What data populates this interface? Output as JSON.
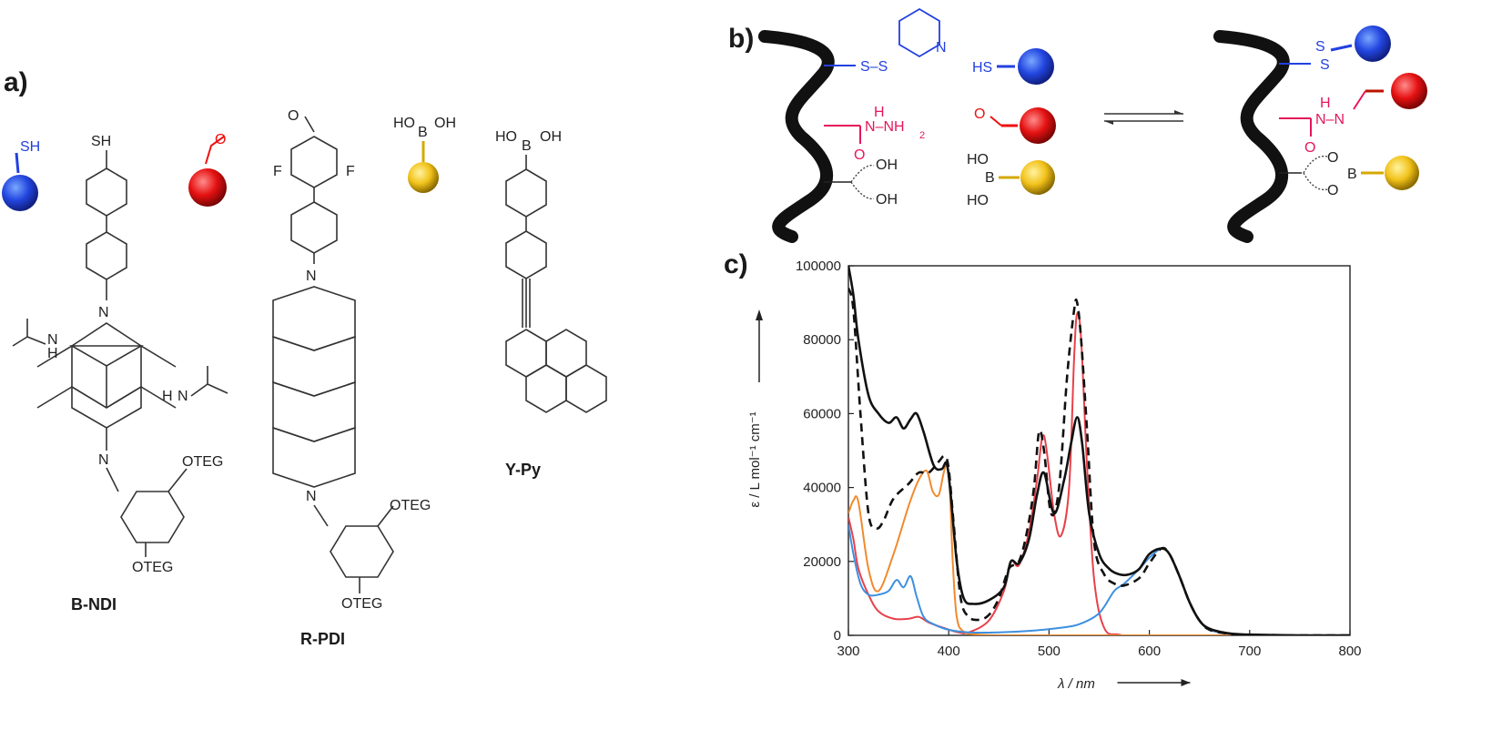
{
  "panels": {
    "a": {
      "label": "a)"
    },
    "b": {
      "label": "b)"
    },
    "c": {
      "label": "c)"
    }
  },
  "compounds": [
    {
      "name": "B-NDI",
      "anchor": "SH",
      "substituent": "OTEG",
      "amine": "N",
      "amine_h": "H"
    },
    {
      "name": "R-PDI",
      "substituent": "OTEG",
      "fluoro": "F"
    },
    {
      "name": "Y-Py",
      "boron": "B",
      "hydroxy": "HO",
      "hydroxy2": "OH"
    }
  ],
  "scheme_b": {
    "pyridyl_n": "N",
    "disulfide": "S–S",
    "hydrazide": "N–NH",
    "hydrazide_sub": "2",
    "hydrazide_h": "H",
    "carbonyl_o": "O",
    "diol_oh": "OH",
    "thiol": "HS",
    "boronic_ho": "HO",
    "boronic_b": "B",
    "product_disulfide": "S",
    "product_hydrazone": "N–N",
    "product_ester_o": "O",
    "product_ester_b": "B"
  },
  "chart_data": {
    "type": "line",
    "xlabel": "λ / nm",
    "ylabel": "ε / L mol⁻¹ cm⁻¹",
    "xlim": [
      300,
      800
    ],
    "ylim": [
      0,
      100000
    ],
    "xticks": [
      300,
      400,
      500,
      600,
      700,
      800
    ],
    "yticks": [
      0,
      20000,
      40000,
      60000,
      80000,
      100000
    ],
    "colors": {
      "black": "#111111",
      "dashed": "#111111",
      "red": "#e8414a",
      "orange": "#f08a2e",
      "blue": "#3d8fe0"
    },
    "series": [
      {
        "style": "solid",
        "color": "black",
        "x": [
          300,
          305,
          310,
          320,
          330,
          340,
          348,
          355,
          362,
          368,
          375,
          385,
          393,
          398,
          402,
          408,
          415,
          425,
          440,
          455,
          462,
          470,
          480,
          488,
          495,
          505,
          515,
          522,
          528,
          533,
          540,
          550,
          560,
          570,
          580,
          590,
          600,
          612,
          620,
          630,
          640,
          650,
          660,
          680,
          700,
          750,
          800
        ],
        "y": [
          100000,
          92000,
          80000,
          65000,
          60000,
          57500,
          59000,
          56000,
          58500,
          60000,
          55000,
          46000,
          45000,
          46500,
          38000,
          20000,
          10000,
          8500,
          9500,
          13000,
          20000,
          19500,
          26000,
          38000,
          44000,
          33000,
          42000,
          52000,
          59000,
          52000,
          33000,
          22000,
          18000,
          16500,
          16500,
          18000,
          22000,
          23500,
          22000,
          16000,
          9000,
          4000,
          1800,
          500,
          200,
          0,
          0
        ]
      },
      {
        "style": "dashed",
        "color": "dashed",
        "x": [
          300,
          305,
          312,
          320,
          328,
          335,
          345,
          360,
          370,
          380,
          390,
          396,
          400,
          405,
          412,
          420,
          430,
          440,
          450,
          460,
          470,
          478,
          485,
          490,
          495,
          502,
          510,
          518,
          525,
          528,
          532,
          538,
          545,
          555,
          565,
          575,
          590,
          600,
          612,
          620,
          630,
          640,
          650,
          660,
          680,
          700,
          800
        ],
        "y": [
          94000,
          88000,
          60000,
          33000,
          29000,
          31000,
          37000,
          41000,
          44000,
          44000,
          47000,
          48500,
          45000,
          30000,
          10000,
          5000,
          4200,
          5500,
          10000,
          18000,
          20000,
          28000,
          40000,
          55000,
          50000,
          33000,
          40000,
          70000,
          88000,
          90000,
          80000,
          55000,
          25000,
          16500,
          14000,
          13500,
          15500,
          19500,
          23500,
          22000,
          16000,
          9000,
          4000,
          1500,
          400,
          0,
          0
        ]
      },
      {
        "style": "solid",
        "color": "red",
        "x": [
          300,
          305,
          310,
          320,
          330,
          345,
          360,
          370,
          380,
          395,
          410,
          420,
          440,
          455,
          462,
          470,
          480,
          488,
          495,
          505,
          512,
          520,
          525,
          528,
          532,
          538,
          545,
          555,
          570,
          600,
          800
        ],
        "y": [
          32000,
          26000,
          18000,
          11000,
          6500,
          4500,
          4500,
          5000,
          3500,
          2000,
          800,
          800,
          4000,
          12000,
          20000,
          19000,
          28000,
          42000,
          54000,
          33000,
          27000,
          40000,
          75000,
          87000,
          80000,
          45000,
          15000,
          2000,
          200,
          0,
          0
        ]
      },
      {
        "style": "solid",
        "color": "orange",
        "x": [
          300,
          305,
          310,
          320,
          330,
          345,
          360,
          370,
          378,
          384,
          390,
          395,
          398,
          401,
          404,
          408,
          415,
          430,
          460,
          520,
          580,
          800
        ],
        "y": [
          33000,
          36500,
          36000,
          18000,
          12000,
          22000,
          35000,
          42000,
          44500,
          39000,
          38000,
          44000,
          46000,
          40000,
          20000,
          5000,
          1000,
          200,
          0,
          0,
          0,
          0
        ]
      },
      {
        "style": "solid",
        "color": "blue",
        "x": [
          300,
          305,
          312,
          320,
          330,
          340,
          348,
          355,
          362,
          368,
          375,
          385,
          400,
          420,
          450,
          480,
          510,
          530,
          550,
          565,
          575,
          590,
          600,
          612,
          620,
          630,
          640,
          650,
          660,
          680,
          700,
          800
        ],
        "y": [
          30000,
          22000,
          14000,
          11000,
          11000,
          12000,
          15000,
          13000,
          16000,
          10500,
          5000,
          3000,
          1500,
          800,
          800,
          1200,
          2000,
          3000,
          6000,
          12000,
          14000,
          18000,
          21000,
          23500,
          22000,
          16000,
          9000,
          4000,
          1500,
          400,
          0,
          0
        ]
      }
    ]
  }
}
